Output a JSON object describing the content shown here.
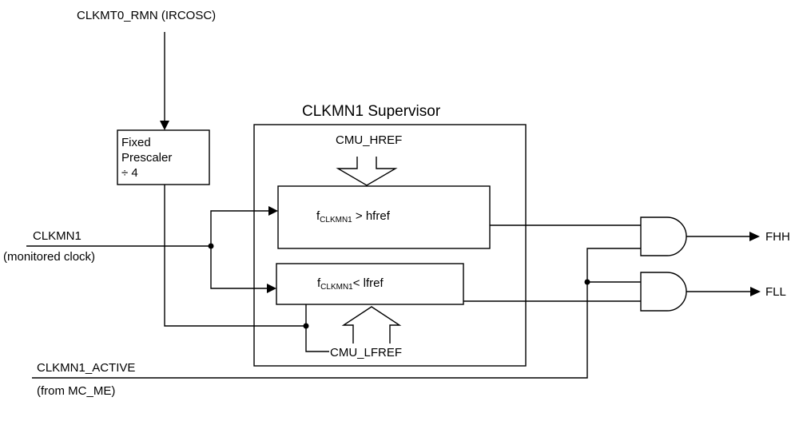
{
  "diagram": {
    "labels": {
      "clkmt0_source": "CLKMT0_RMN (IRCOSC)",
      "supervisor_title": "CLKMN1 Supervisor",
      "cmu_href": "CMU_HREF",
      "cmu_lfref": "CMU_LFREF",
      "clkmn1": "CLKMN1",
      "clkmn1_desc": "(monitored clock)",
      "clkmn1_active": "CLKMN1_ACTIVE",
      "clkmn1_active_src": "(from MC_ME)",
      "fhh": "FHH",
      "fll": "FLL"
    },
    "prescaler": {
      "line1": "Fixed",
      "line2": "Prescaler",
      "line3": "÷ 4"
    },
    "comparators": {
      "high": {
        "f": "f",
        "sub": "CLKMN1",
        "rest": " > hfref"
      },
      "low": {
        "f": "f",
        "sub": "CLKMN1",
        "rest": "< lfref"
      }
    }
  }
}
